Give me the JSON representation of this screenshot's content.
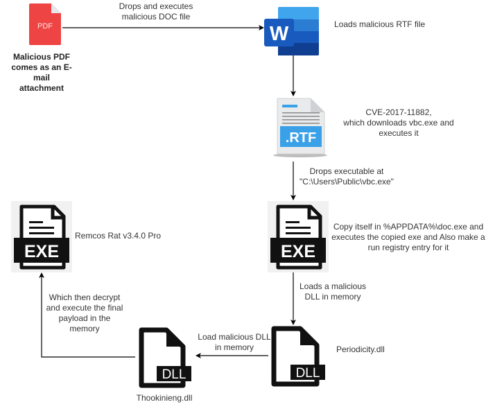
{
  "nodes": {
    "pdf": {
      "icon": "pdf-file-icon",
      "glyph": "PDF",
      "label": "Malicious PDF\ncomes as an E-mail\nattachment",
      "color": "#ef4444"
    },
    "word": {
      "icon": "microsoft-word-icon",
      "glyph": "W",
      "label": "Loads malicious RTF file"
    },
    "rtf": {
      "icon": "rtf-file-icon",
      "glyph": ".RTF",
      "label": "CVE-2017-11882,\nwhich downloads vbc.exe and\nexecutes it"
    },
    "vbc_exe": {
      "icon": "exe-file-icon",
      "glyph": "EXE",
      "label": "Copy itself in %APPDATA%\\doc.exe and\nexecutes the copied exe and Also make a\nrun registry entry for it"
    },
    "periodicity_dll": {
      "icon": "dll-file-icon",
      "glyph": "DLL",
      "label": "Periodicity.dll"
    },
    "thookinieng_dll": {
      "icon": "dll-file-icon",
      "glyph": "DLL",
      "label": "Thookinieng.dll"
    },
    "remcos_exe": {
      "icon": "exe-file-icon",
      "glyph": "EXE",
      "label": "Remcos Rat v3.4.0 Pro"
    }
  },
  "edges": [
    {
      "from": "pdf",
      "to": "word",
      "label": "Drops and executes\nmalicious DOC file"
    },
    {
      "from": "word",
      "to": "rtf",
      "label": ""
    },
    {
      "from": "rtf",
      "to": "vbc_exe",
      "label": "Drops executable at\n\"C:\\Users\\Public\\vbc.exe\""
    },
    {
      "from": "vbc_exe",
      "to": "periodicity_dll",
      "label": "Loads a malicious\nDLL in memory"
    },
    {
      "from": "periodicity_dll",
      "to": "thookinieng_dll",
      "label": "Load malicious DLL\nin memory"
    },
    {
      "from": "thookinieng_dll",
      "to": "remcos_exe",
      "label": "Which then decrypt\nand execute the final\npayload in the\nmemory"
    }
  ],
  "colors": {
    "pdf_red": "#ef4444",
    "word_blue_dark": "#185abd",
    "word_blue_light": "#41a5ee",
    "rtf_blue": "#3aa0e8",
    "icon_black": "#111111",
    "line": "#000000"
  }
}
